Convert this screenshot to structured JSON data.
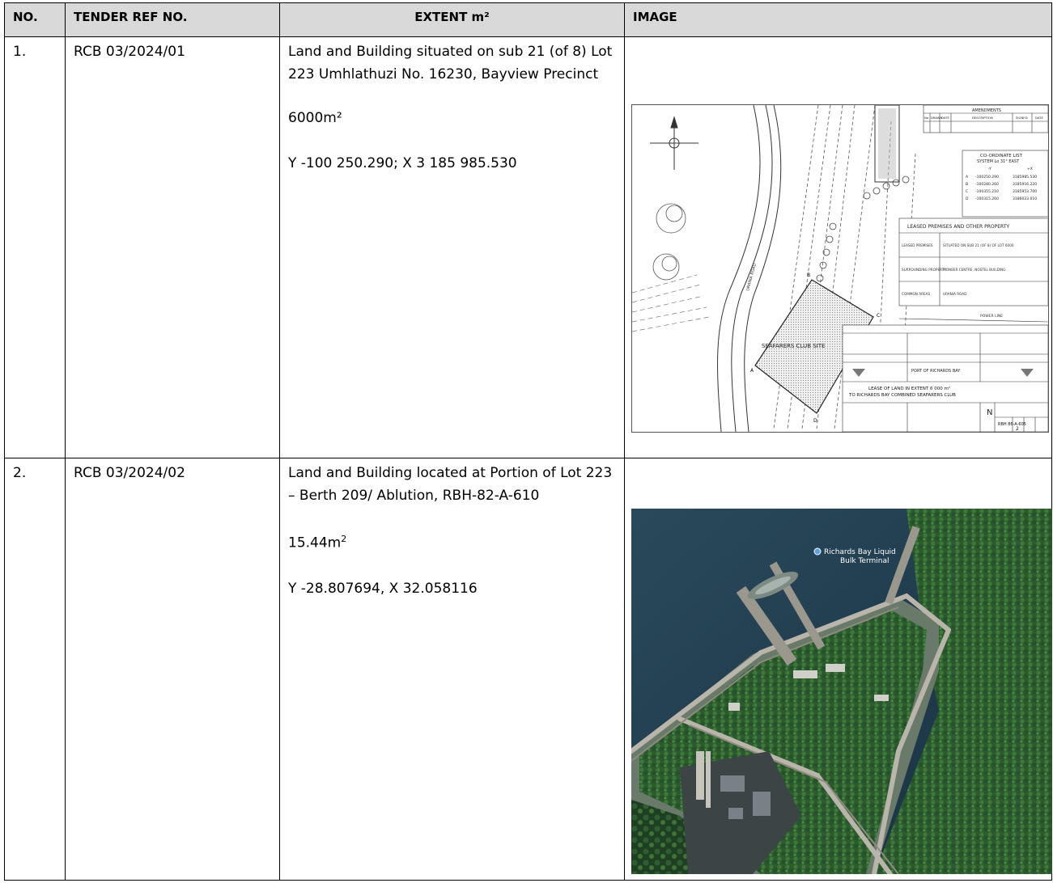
{
  "headers": {
    "no": "NO.",
    "tender_ref": "TENDER REF NO.",
    "extent": "EXTENT m²",
    "image": "IMAGE"
  },
  "rows": [
    {
      "no": "1.",
      "ref": "RCB 03/2024/01",
      "description": "Land and Building situated on sub 21 (of 8) Lot 223 Umhlathuzi No. 16230, Bayview Precinct",
      "extent": "6000m²",
      "coordinates": "Y -100 250.290; X 3 185 985.530",
      "plan": {
        "amendments": "AMENDMENTS",
        "amend_cols": [
          "No",
          "DRAWN",
          "DATE",
          "DESCRIPTION",
          "SIGNED",
          "DATE"
        ],
        "coord_list_title": "CO-ORDINATE LIST",
        "coord_system": "SYSTEM Lo 31° EAST",
        "coord_cols": [
          "-Y",
          "+X"
        ],
        "coords": [
          {
            "pt": "A",
            "y": "-100250.290",
            "x": "3185985.530"
          },
          {
            "pt": "B",
            "y": "-100280.260",
            "x": "3185916.220"
          },
          {
            "pt": "C",
            "y": "-100355.210",
            "x": "3185953.700"
          },
          {
            "pt": "D",
            "y": "-100315.260",
            "x": "3186023.010"
          }
        ],
        "leased_title": "LEASED PREMISES AND OTHER PROPERTY",
        "leased_rows": [
          {
            "k": "LEASED PREMISES",
            "v": "SITUATED ON SUB 21 (OF 8) OF LOT 6000"
          },
          {
            "k": "SURROUNDING PROPERTY",
            "v": "PIONEER CENTRE, NOSTEL BUILDING"
          },
          {
            "k": "COMMON AREAS",
            "v": "URANIA ROAD"
          }
        ],
        "power_line": "POWER LINE",
        "site_label": "SEAFARERS CLUB SITE",
        "port": "PORT OF RICHARDS BAY",
        "lease_line1": "LEASE OF LAND IN EXTENT 6 000 m²",
        "lease_line2": "TO RICHARDS BAY COMBINED SEAFARERS CLUB",
        "drawing_no": "RBH 86-A-605",
        "sheet": "2",
        "point_labels": [
          "A",
          "B",
          "C",
          "D"
        ],
        "road_label": "URANIA ROAD"
      }
    },
    {
      "no": "2.",
      "ref": "RCB 03/2024/02",
      "description": "Land and Building located at Portion of Lot 223 – Berth 209/ Ablution, RBH-82-A-610",
      "extent_base": "15.44m",
      "extent_sup": "2",
      "coordinates": "Y -28.807694, X 32.058116",
      "satellite": {
        "terminal_label_1": "Richards Bay Liquid",
        "terminal_label_2": "Bulk Terminal"
      }
    }
  ],
  "colors": {
    "header_bg": "#d9d9d9",
    "water": "#1d3a4a",
    "forest": "#2a5a2c"
  }
}
